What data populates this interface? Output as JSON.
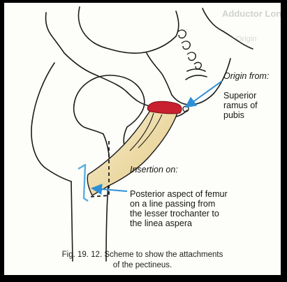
{
  "figure": {
    "origin": {
      "heading": "Origin from:",
      "body": "Superior\nramus of\npubis"
    },
    "insertion": {
      "heading": "Insertion on:",
      "body": "Posterior aspect of femur\non a line  passing from\nthe lesser trochanter to\nthe linea aspera"
    },
    "caption": "Fig. 19. 12. Scheme to show the attachments\nof the pectineus.",
    "bleed_through": {
      "heading": "Adductor Longus",
      "word": "Origin"
    },
    "colors": {
      "origin_area": "#c8202e",
      "muscle_fill": "#ead8a2",
      "muscle_fill_light": "#f6edd0",
      "pointer_arrow": "#2e8fd6",
      "insertion_line": "#5aaee6",
      "bone_outline": "#1c1c1c"
    }
  }
}
